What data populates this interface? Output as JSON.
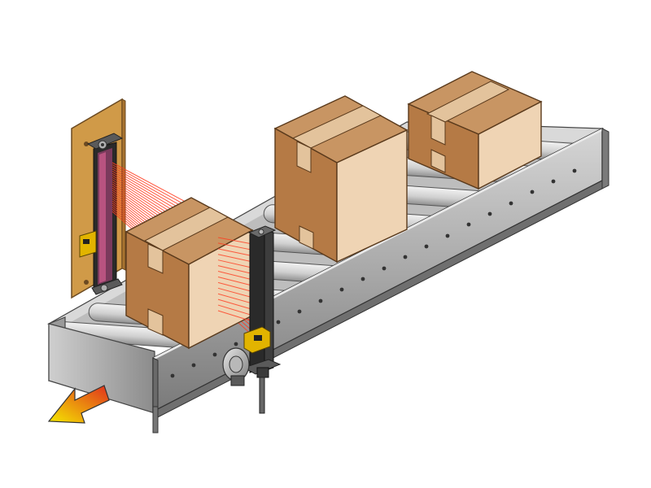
{
  "diagram": {
    "title": "",
    "components": [
      "conveyor",
      "rollers",
      "box-front",
      "box-middle",
      "box-back",
      "light-curtain-emitter",
      "light-curtain-receiver",
      "mounting-panel",
      "beam-field",
      "direction-arrow",
      "encoder",
      "cable"
    ],
    "colors": {
      "box_side": "#b57a45",
      "box_top": "#c89563",
      "box_face": "#efd4b4",
      "tape": "#e3c39c",
      "panel": "#d09a48",
      "conveyor_frame": "#8a8a8a",
      "conveyor_frame_light": "#c9c9c9",
      "roller": "#dcdcdc",
      "sensor_body": "#2a2a2a",
      "sensor_yellow": "#e2b400",
      "beam": "#ff3b1f",
      "arrow_start": "#f5e900",
      "arrow_end": "#e0301e"
    },
    "flow_direction": "down-left"
  }
}
